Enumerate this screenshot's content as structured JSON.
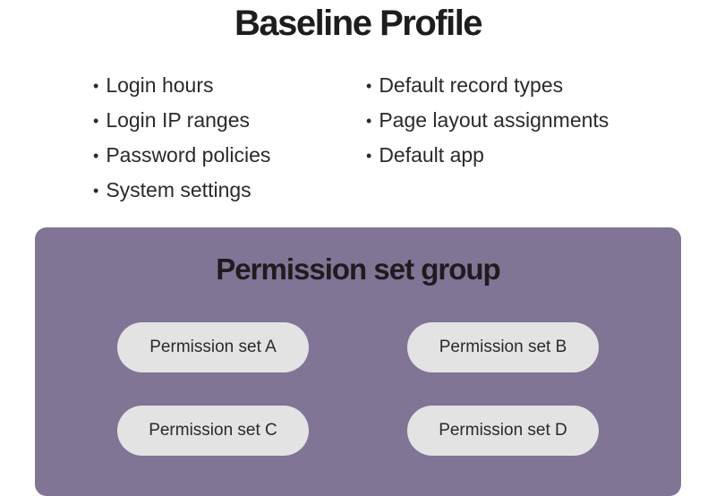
{
  "title": "Baseline Profile",
  "profile_items_left": [
    "Login hours",
    "Login IP ranges",
    "Password policies",
    "System settings"
  ],
  "profile_items_right": [
    "Default record types",
    "Page layout assignments",
    "Default app"
  ],
  "group": {
    "title": "Permission set group",
    "sets": [
      "Permission set A",
      "Permission set B",
      "Permission set C",
      "Permission set D"
    ]
  },
  "colors": {
    "group_bg": "#807595",
    "pill_bg": "#e3e3e3"
  }
}
